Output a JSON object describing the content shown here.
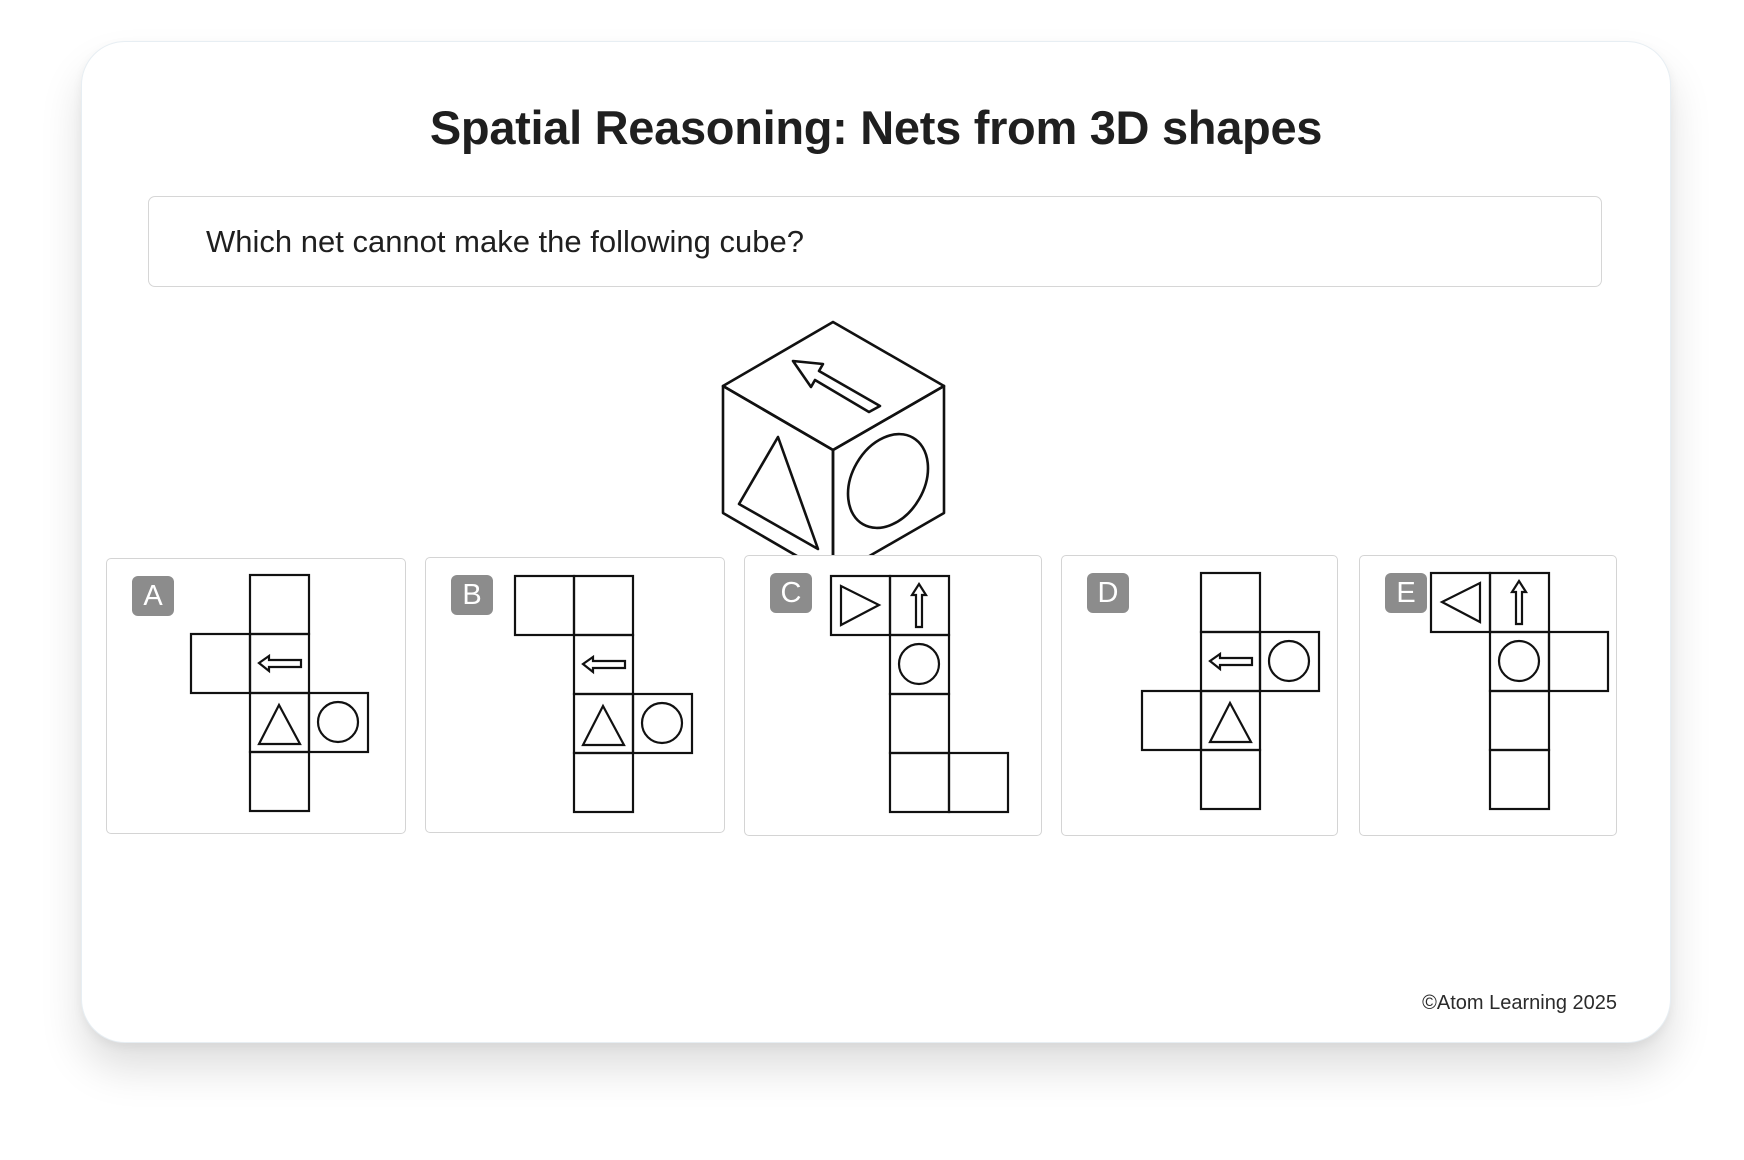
{
  "title": "Spatial Reasoning: Nets from 3D shapes",
  "question": "Which net cannot make the following cube?",
  "cube": {
    "faces": {
      "top": "arrow-icon",
      "left": "triangle-icon",
      "right": "circle-icon"
    }
  },
  "options": [
    {
      "label": "A"
    },
    {
      "label": "B"
    },
    {
      "label": "C"
    },
    {
      "label": "D"
    },
    {
      "label": "E"
    }
  ],
  "footer": "©Atom Learning 2025",
  "colors": {
    "badge": "#8c8c8c",
    "stroke": "#111111",
    "title": "#1f1f1f"
  }
}
